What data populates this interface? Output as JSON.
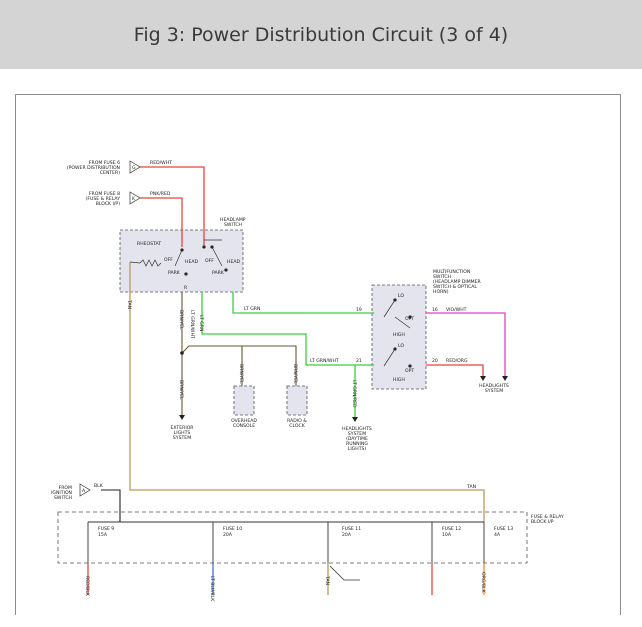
{
  "header": {
    "title": "Fig 3: Power Distribution Circuit (3 of 4)"
  },
  "sources": {
    "fuse_pdc": [
      "FROM FUSE 6",
      "(POWER DISTRIBUTION",
      "CENTER)"
    ],
    "fuse_pdc_pin": "G",
    "fuse_pdc_wire": "RED/WHT",
    "fuse_relay": [
      "FROM FUSE 8",
      "(FUSE & RELAY",
      "BLOCK I/P)"
    ],
    "fuse_relay_pin": "K",
    "fuse_relay_wire": "PNK/RED",
    "ignition": [
      "FROM",
      "IGNITION",
      "SWITCH"
    ],
    "ignition_pin": "A",
    "ignition_wire": "BLK"
  },
  "headlamp_switch": {
    "title": [
      "HEADLAMP",
      "SWITCH"
    ],
    "rheostat": "RHEOSTAT",
    "off1": "OFF",
    "head1": "HEAD",
    "park1": "PARK",
    "off2": "OFF",
    "head2": "HEAD",
    "park2": "PARK",
    "pin_r": "R"
  },
  "multifunction_switch": {
    "title": [
      "MULTIFUNCTION",
      "SWITCH",
      "(HEADLAMP DIMMER",
      "SWITCH & OPTICAL",
      "HORN)"
    ],
    "lo1": "LO",
    "opt1": "OPT",
    "high1": "HIGH",
    "lo2": "LO",
    "opt2": "OPT",
    "high2": "HIGH",
    "pin_19": "19",
    "pin_21": "21",
    "pin_16": "16",
    "pin_20": "20"
  },
  "wires": {
    "tan": "TAN",
    "lt_grn": "LT GRN",
    "lt_grn_wht": "LT GRN/WHT",
    "vio_wht": "VIO/WHT",
    "red_org": "RED/ORG",
    "brn_vert": "BRN/YEL",
    "wht_vert": "LT GRN/WHT",
    "ltgrn_vert": "LT GRN/RED",
    "brn_yel_a": "BRN/YEL",
    "brn_yel_b": "BRN/YEL",
    "brn_yel_c": "BRN/YEL",
    "fuse_wire_1": "RED/BLK",
    "fuse_wire_2": "LT BLU/BLK",
    "fuse_wire_3": "TAN",
    "fuse_wire_4": "ORG/BLK"
  },
  "destinations": {
    "exterior": [
      "EXTERIOR",
      "LIGHTS",
      "SYSTEM"
    ],
    "overhead": [
      "OVERHEAD",
      "CONSOLE"
    ],
    "radio": [
      "RADIO &",
      "CLOCK"
    ],
    "drl": [
      "HEADLIGHTS",
      "SYSTEM",
      "(DAYTIME",
      "RUNNING",
      "LIGHTS)"
    ],
    "headlights": [
      "HEADLIGHTS",
      "SYSTEM"
    ]
  },
  "fuse_block": {
    "title": [
      "FUSE & RELAY",
      "BLOCK I/P"
    ],
    "fuses": [
      {
        "name": "FUSE 9",
        "amps": "15A"
      },
      {
        "name": "FUSE 10",
        "amps": "20A"
      },
      {
        "name": "FUSE 11",
        "amps": "20A"
      },
      {
        "name": "FUSE 12",
        "amps": "10A"
      },
      {
        "name": "FUSE 13",
        "amps": "4A"
      }
    ]
  },
  "colors": {
    "red": "#e8453c",
    "green": "#3ccf3c",
    "magenta": "#e040d0",
    "tan": "#b89a5a",
    "brown": "#6b5533",
    "black": "#222222",
    "box": "#e4e4ef"
  }
}
